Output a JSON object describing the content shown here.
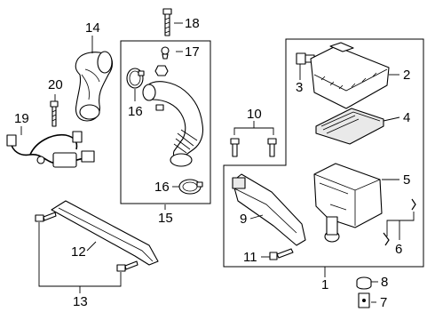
{
  "diagram": {
    "callouts": [
      {
        "id": "c1",
        "text": "1"
      },
      {
        "id": "c2",
        "text": "2"
      },
      {
        "id": "c3",
        "text": "3"
      },
      {
        "id": "c4",
        "text": "4"
      },
      {
        "id": "c5",
        "text": "5"
      },
      {
        "id": "c6",
        "text": "6"
      },
      {
        "id": "c7",
        "text": "7"
      },
      {
        "id": "c8",
        "text": "8"
      },
      {
        "id": "c9",
        "text": "9"
      },
      {
        "id": "c10",
        "text": "10"
      },
      {
        "id": "c11",
        "text": "11"
      },
      {
        "id": "c12",
        "text": "12"
      },
      {
        "id": "c13",
        "text": "13"
      },
      {
        "id": "c14",
        "text": "14"
      },
      {
        "id": "c15",
        "text": "15"
      },
      {
        "id": "c16a",
        "text": "16"
      },
      {
        "id": "c16b",
        "text": "16"
      },
      {
        "id": "c17",
        "text": "17"
      },
      {
        "id": "c18",
        "text": "18"
      },
      {
        "id": "c19",
        "text": "19"
      },
      {
        "id": "c20",
        "text": "20"
      }
    ]
  }
}
